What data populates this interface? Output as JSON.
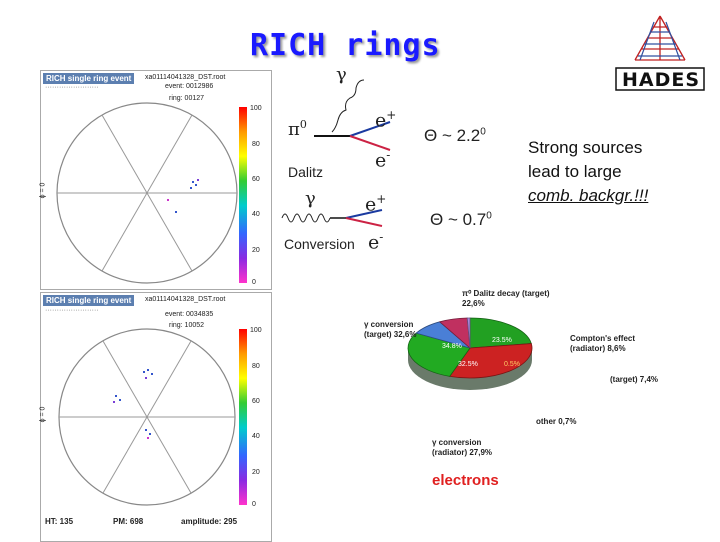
{
  "slide": {
    "title": "RICH rings",
    "strong_sources": {
      "line1": "Strong sources",
      "line2": "lead to large",
      "line3": "comb. backgr.!!!"
    }
  },
  "logo": {
    "text": "HADES"
  },
  "event_top": {
    "header_title": "RICH single ring event",
    "file": "xa01114041328_DST.root",
    "event": "event: 0012986",
    "ring": "ring: 00127",
    "phi_label": "ϕ = 0",
    "scale": [
      "100",
      "80",
      "60",
      "40",
      "20",
      "0"
    ]
  },
  "event_bottom": {
    "header_title": "RICH single ring event",
    "file": "xa01114041328_DST.root",
    "event": "event: 0034835",
    "ring": "ring: 10052",
    "phi_label": "ϕ = 0",
    "scale": [
      "100",
      "80",
      "60",
      "40",
      "20",
      "0"
    ],
    "footer": {
      "ht": "HT: 135",
      "pm": "PM: 698",
      "amplitude": "amplitude: 295"
    }
  },
  "dalitz": {
    "gamma": "γ",
    "pi0": "π",
    "pi0_sup": "0",
    "label": "Dalitz",
    "eplus": "e",
    "eplus_sup": "+",
    "eminus": "e",
    "eminus_sup": "-",
    "theta": "Θ ~ 2.2",
    "theta_sup": "0"
  },
  "conversion": {
    "gamma": "γ",
    "label": "Conversion",
    "eplus": "e",
    "eplus_sup": "+",
    "eminus": "e",
    "eminus_sup": "-",
    "theta": "Θ ~ 0.7",
    "theta_sup": "0"
  },
  "pie": {
    "labels": {
      "dalitz": "π⁰ Dalitz decay (target) 22,6%",
      "gamma_target": "γ conversion (target) 32,6%",
      "compton": "Compton's effect (radiator) 8,6%",
      "target": "(target) 7,4%",
      "other": "other 0,7%",
      "gamma_radiator": "γ conversion (radiator) 27,9%"
    },
    "inner_labels": [
      "34.8%",
      "23.5%",
      "32.5%",
      "0.5%"
    ],
    "caption": "electrons",
    "chart_data": {
      "type": "pie",
      "categories": [
        "π⁰ Dalitz decay (target)",
        "γ conversion (target)",
        "γ conversion (radiator)",
        "Compton's effect (radiator)",
        "(target)",
        "other"
      ],
      "values": [
        22.6,
        32.6,
        27.9,
        8.6,
        7.4,
        0.7
      ]
    },
    "colors": {
      "dalitz": "#22a022",
      "conv_target": "#cc2222",
      "conv_radiator": "#22aa22",
      "compton": "#4a7fd6",
      "target": "#c03060",
      "other": "#aa88dd"
    }
  }
}
